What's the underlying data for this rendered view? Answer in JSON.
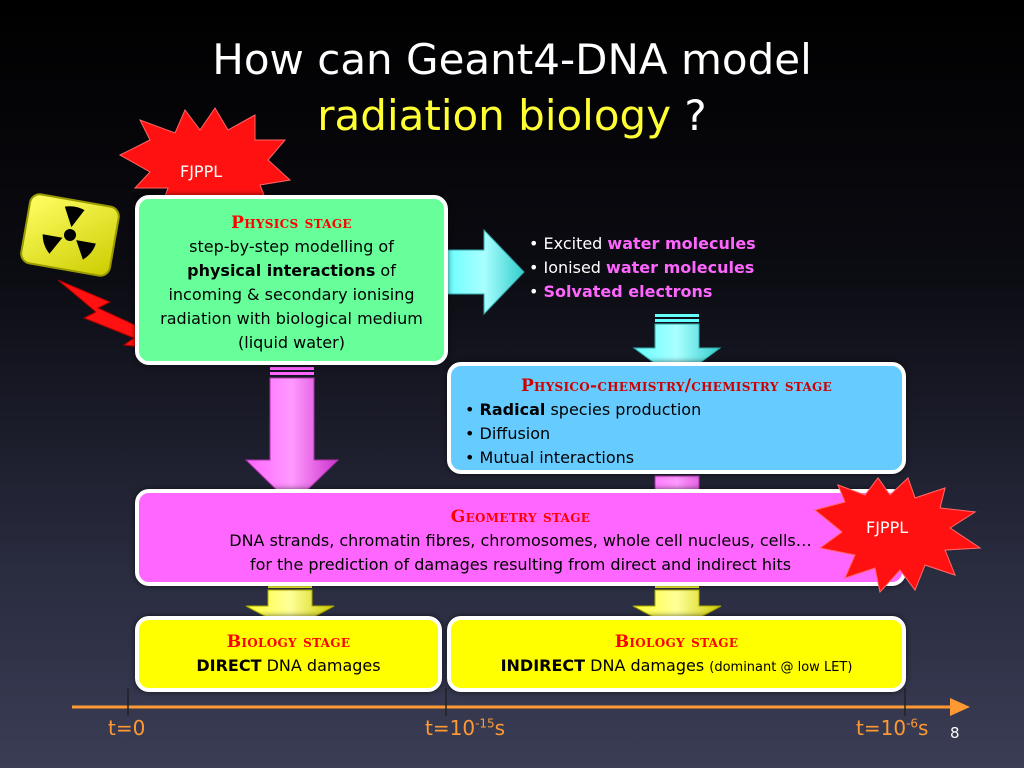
{
  "title": {
    "line1": "How can Geant4-DNA model",
    "line2_highlight": "radiation biology",
    "line2_suffix": " ?"
  },
  "badges": {
    "top": "FJPPL",
    "right": "FJPPL"
  },
  "physics": {
    "title": "Physics stage",
    "line1": "step-by-step modelling of",
    "bold": "physical interactions",
    "line2_suffix": " of",
    "line3": "incoming & secondary ionising",
    "line4": "radiation with biological medium",
    "line5": "(liquid water)"
  },
  "products": {
    "b1_prefix": "• Excited ",
    "b1_hl": "water molecules",
    "b2_prefix": "• Ionised ",
    "b2_hl": "water molecules",
    "b3_prefix": "• ",
    "b3_hl": "Solvated electrons"
  },
  "chem": {
    "title": "Physico-chemistry/chemistry stage",
    "b1_prefix": "• ",
    "b1_bold": "Radical",
    "b1_suffix": " species production",
    "b2": "• Diffusion",
    "b3": "• Mutual interactions"
  },
  "geometry": {
    "title": "Geometry stage",
    "line1": "DNA strands, chromatin fibres, chromosomes, whole cell nucleus, cells…",
    "line2": "for the prediction of damages resulting from direct and indirect hits"
  },
  "bio1": {
    "title": "Biology stage",
    "bold": "DIRECT",
    "rest": " DNA damages"
  },
  "bio2": {
    "title": "Biology stage",
    "bold": "INDIRECT",
    "rest": " DNA damages ",
    "small": "(dominant @ low LET)"
  },
  "timeline": {
    "t0": "t=0",
    "t1_base": "t=10",
    "t1_exp": "-15",
    "t1_unit": "s",
    "t2_base": "t=10",
    "t2_exp": "-6",
    "t2_unit": "s"
  },
  "page_number": "8",
  "colors": {
    "title_highlight": "#ffff33",
    "stage_title": "#ff0000",
    "timeline": "#ff9933",
    "magenta_text": "#ff66ff"
  }
}
